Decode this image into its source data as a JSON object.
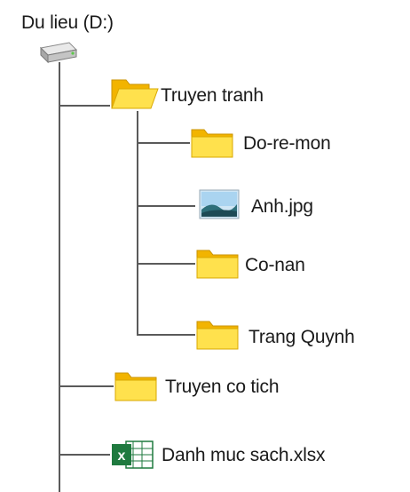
{
  "tree": {
    "root": {
      "label": "Du lieu (D:)",
      "icon": "drive-icon"
    },
    "items": [
      {
        "label": "Truyen tranh",
        "icon": "folder-open-icon",
        "children": [
          {
            "label": "Do-re-mon",
            "icon": "folder-icon"
          },
          {
            "label": "Anh.jpg",
            "icon": "image-file-icon"
          },
          {
            "label": "Co-nan",
            "icon": "folder-icon"
          },
          {
            "label": "Trang Quynh",
            "icon": "folder-icon"
          }
        ]
      },
      {
        "label": "Truyen co tich",
        "icon": "folder-icon"
      },
      {
        "label": "Danh muc sach.xlsx",
        "icon": "excel-file-icon"
      }
    ]
  },
  "colors": {
    "folder_light": "#ffe14d",
    "folder_dark": "#f2b400",
    "line": "#5a5a5a",
    "excel_green": "#1f7a3f"
  }
}
